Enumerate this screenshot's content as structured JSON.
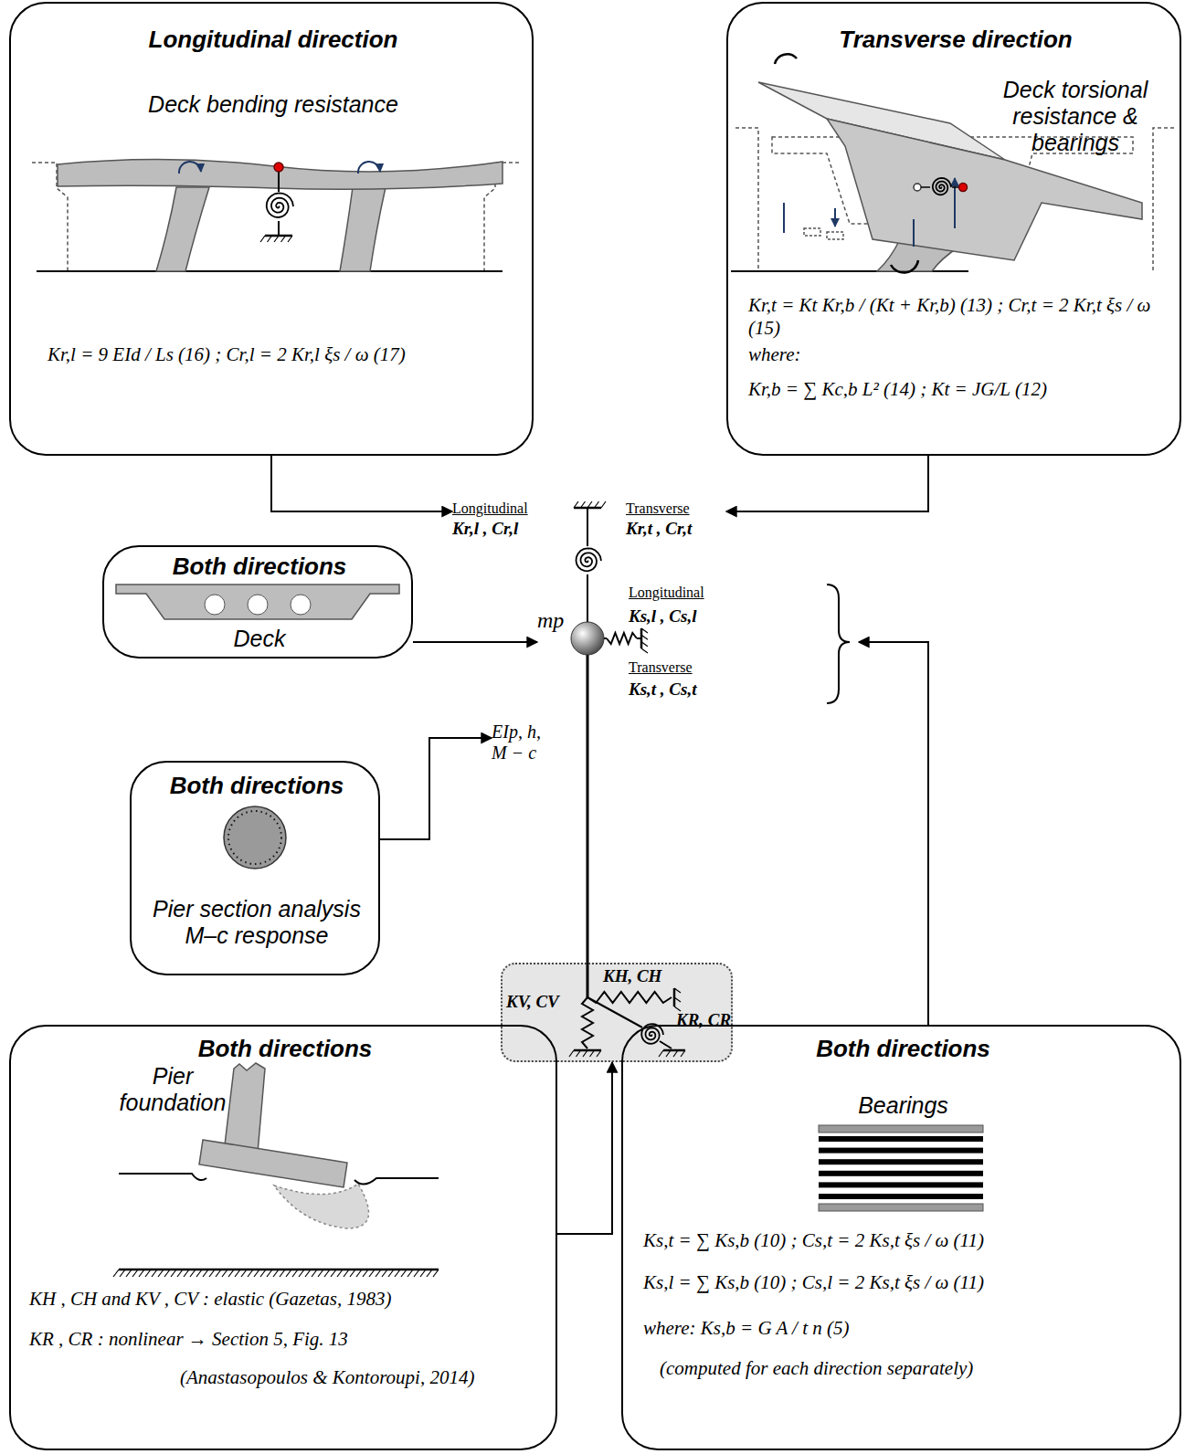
{
  "diagram": {
    "nodes": [
      {
        "text": [
          "Longitudinal direction",
          "Deck bending resistance",
          "Kr,l = 9 EId / Ls (16) ; Cr,l = 2 Kr,l ξs / ω (17)"
        ]
      },
      {
        "text": [
          "Transverse direction",
          "Deck torsional resistance & bearings",
          "Kr,t = Kt Kr,b / (Kt + Kr,b) (13) ; Cr,t = 2 Kr,t ξs / ω (15)",
          "where:",
          "Kr,b = ∑ Kc,b L² (14) ; Kt = JG/L (12)"
        ]
      },
      {
        "text": [
          "Longitudinal",
          "Kr,l , Cr,l",
          "Transverse",
          "Kr,t , Cr,t"
        ]
      },
      {
        "text": [
          "Both directions",
          "Deck"
        ]
      },
      {
        "text": [
          "mp"
        ]
      },
      {
        "text": [
          "Longitudinal",
          "Ks,l , Cs,l",
          "Transverse",
          "Ks,t , Cs,t"
        ]
      },
      {
        "text": [
          "EIp, h, M − c"
        ]
      },
      {
        "text": [
          "Both directions",
          "Pier section analysis M–c response"
        ]
      },
      {
        "text": [
          "KH, CH",
          "KV, CV",
          "KR, CR"
        ]
      },
      {
        "text": [
          "Both directions",
          "Pier foundation",
          "KH , CH and KV , CV : elastic (Gazetas, 1983)",
          "KR , CR : nonlinear → Section 5, Fig. 13",
          "(Anastasopoulos & Kontoroupi, 2014)"
        ]
      },
      {
        "text": [
          "Both directions",
          "Bearings",
          "Ks,t = ∑ Ks,b (10) ; Cs,t = 2 Ks,t ξs / ω (11)",
          "Ks,l = ∑ Ks,b (10) ; Cs,l = 2 Ks,t ξs / ω (11)",
          "where: Ks,b = G A / t n (5)",
          "(computed for each direction separately)"
        ]
      }
    ],
    "edges": [
      {
        "from": 0,
        "to": 2,
        "arrow": "to"
      },
      {
        "from": 1,
        "to": 2,
        "arrow": "to"
      },
      {
        "from": 3,
        "to": 4,
        "arrow": "to"
      },
      {
        "from": 10,
        "to": 5,
        "arrow": "to"
      },
      {
        "from": 7,
        "to": 6,
        "arrow": "to"
      },
      {
        "from": 9,
        "to": 8,
        "arrow": "to"
      }
    ]
  }
}
